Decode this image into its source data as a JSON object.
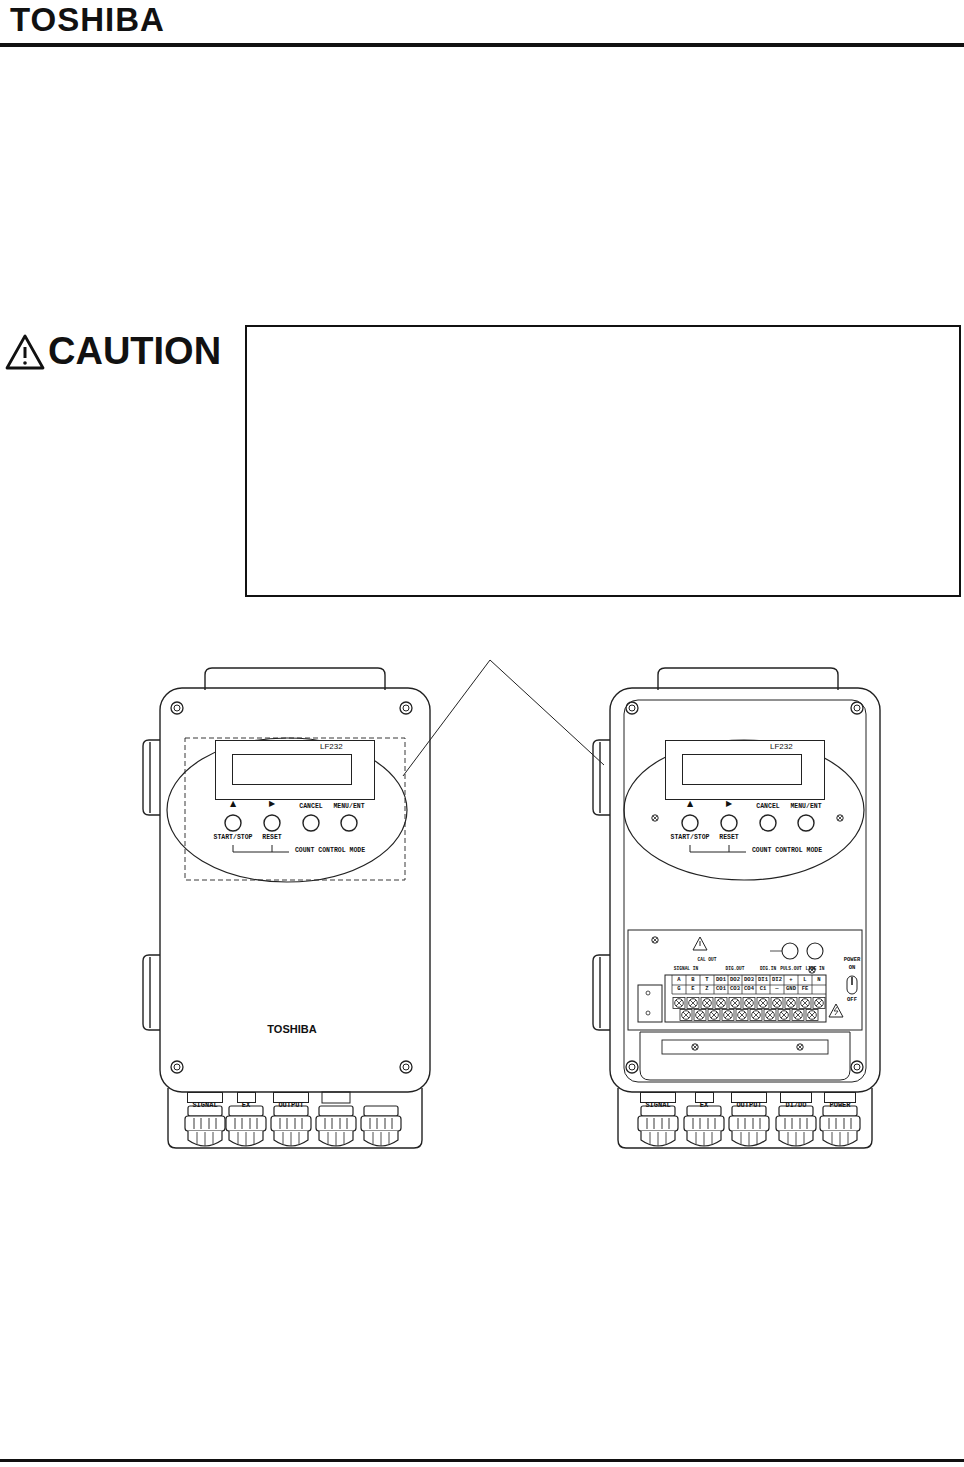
{
  "diagram": {
    "nodes": [
      {
        "text": [
          "LF232"
        ]
      },
      {
        "text": [
          "LF232"
        ]
      },
      {
        "text": [
          "SIGNAL"
        ]
      },
      {
        "text": [
          "EX"
        ]
      },
      {
        "text": [
          "OUTPUT"
        ]
      },
      {
        "text": [
          "SIGNAL"
        ]
      },
      {
        "text": [
          "EX"
        ]
      },
      {
        "text": [
          "OUTPUT"
        ]
      },
      {
        "text": [
          "DI/DO"
        ]
      },
      {
        "text": [
          "POWER"
        ]
      }
    ],
    "labels": [
      "TOSHIBA",
      "CAUTION",
      "▲",
      "▶",
      "CANCEL",
      "MENU/ENT",
      "START/STOP",
      "RESET",
      "COUNT CONTROL MODE",
      "TOSHIBA",
      "▲",
      "▶",
      "CANCEL",
      "MENU/ENT",
      "START/STOP",
      "RESET",
      "COUNT CONTROL MODE",
      "SIGNAL IN",
      "CAL OUT",
      "DIG.OUT",
      "DIG.IN",
      "PULS.OUT",
      "LINE IN",
      "A",
      "B",
      "T",
      "DO1",
      "DO2",
      "DO3",
      "DI1",
      "DI2",
      "+",
      "L",
      "N",
      "G",
      "E",
      "Z",
      "CO1",
      "CO3",
      "CO4",
      "C1",
      "—",
      "GND",
      "FE",
      "POWER",
      "ON",
      "OFF"
    ]
  }
}
